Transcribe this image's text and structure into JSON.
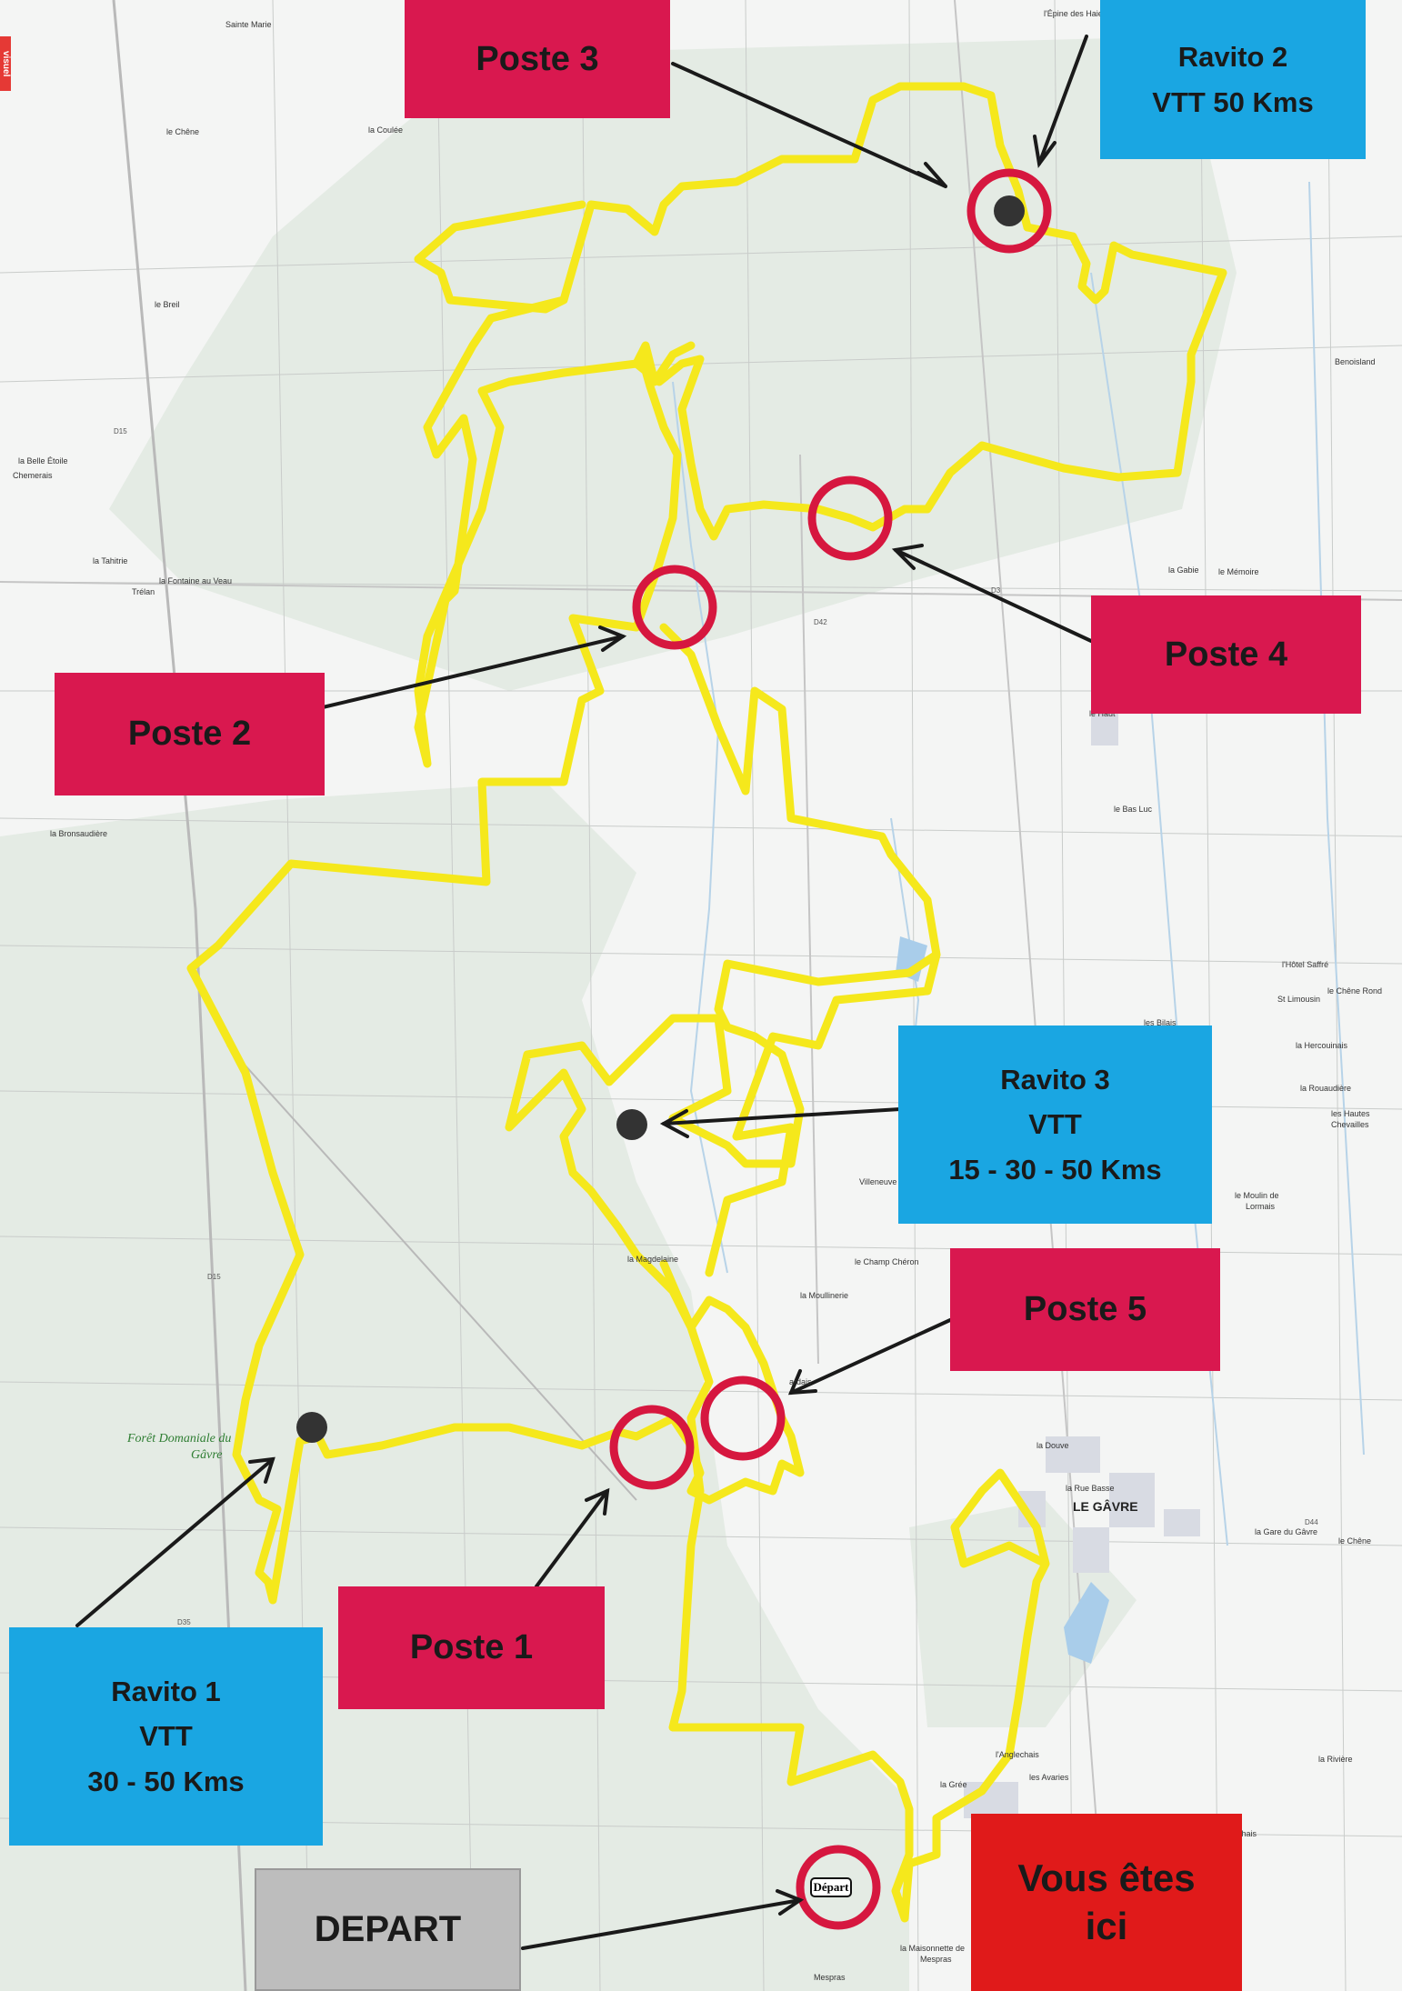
{
  "map": {
    "colors": {
      "route": "#f5e81c",
      "control_circle": "#d6173f",
      "poste": "#d9184f",
      "ravito": "#1aa6e2",
      "depart": "#bdbdbd",
      "vous_etes_ici": "#e01a1a",
      "forest": "#e4ebe4",
      "field": "#f4f5f4"
    },
    "labels": {
      "poste3": "Poste 3",
      "poste2": "Poste 2",
      "poste4": "Poste 4",
      "poste5": "Poste 5",
      "poste1": "Poste 1",
      "ravito2_line1": "Ravito 2",
      "ravito2_line2": "VTT 50 Kms",
      "ravito3_line1": "Ravito 3",
      "ravito3_line2": "VTT",
      "ravito3_line3": "15 - 30 - 50 Kms",
      "ravito1_line1": "Ravito 1",
      "ravito1_line2": "VTT",
      "ravito1_line3": "30 - 50 Kms",
      "depart": "DEPART",
      "vous_line1": "Vous êtes",
      "vous_line2": "ici",
      "depart_tag": "Départ"
    },
    "places": {
      "sainte_marie": "Sainte Marie",
      "epine": "l'Épine des Haies",
      "le_chene": "le Chêne",
      "la_coulee": "la Coulée",
      "le_breil": "le Breil",
      "la_belle_etoile": "la Belle Étoile",
      "chemerais": "Chemerais",
      "la_tahitrie": "la Tahitrie",
      "treland": "Trélan",
      "fontaine_au_veau": "la Fontaine au Veau",
      "bronsaudiere": "la Bronsaudière",
      "benoisland": "Benoisland",
      "la_gabie": "la Gabie",
      "le_memoire": "le Mémoire",
      "le_haut": "le Haut",
      "le_bas_luc": "le Bas Luc",
      "hotel_saffre": "l'Hôtel Saffré",
      "le_chene_rond": "le Chêne Rond",
      "st_limousin": "St Limousin",
      "les_bilais": "les Bilais",
      "la_hercouinais": "la Hercouinais",
      "la_rouaudiere": "la Rouaudière",
      "les_hautes_chevailles": "les Hautes",
      "chevailles": "Chevailles",
      "villeneuve": "Villeneuve",
      "moulin_de_lormais": "le Moulin de",
      "lormais": "Lormais",
      "la_magdelaine": "la Magdelaine",
      "le_champ_cheron": "le Champ Chéron",
      "la_moullinerie": "la Moullinerie",
      "ardais": "ardais",
      "foret_line1": "Forêt Domaniale du",
      "foret_line2": "Gâvre",
      "la_douve": "la Douve",
      "la_rue_basse": "la Rue Basse",
      "le_gavre": "LE GÂVRE",
      "la_gare_du_gavre": "la Gare du Gâvre",
      "le_chene_e": "le Chêne",
      "la_riviere": "la Rivière",
      "la_greee": "la Grée",
      "anglechais": "l'Anglechais",
      "les_avaries": "les Avaries",
      "la_cochais": "la Cochais",
      "maisonnette": "la Maisonnette de",
      "mespras_small": "Mespras",
      "mespras": "Mespras"
    },
    "roads": {
      "d15": "D15",
      "d42": "D42",
      "d35": "D35",
      "d44": "D44",
      "d3": "D3"
    },
    "edge_mark": "visuel"
  }
}
